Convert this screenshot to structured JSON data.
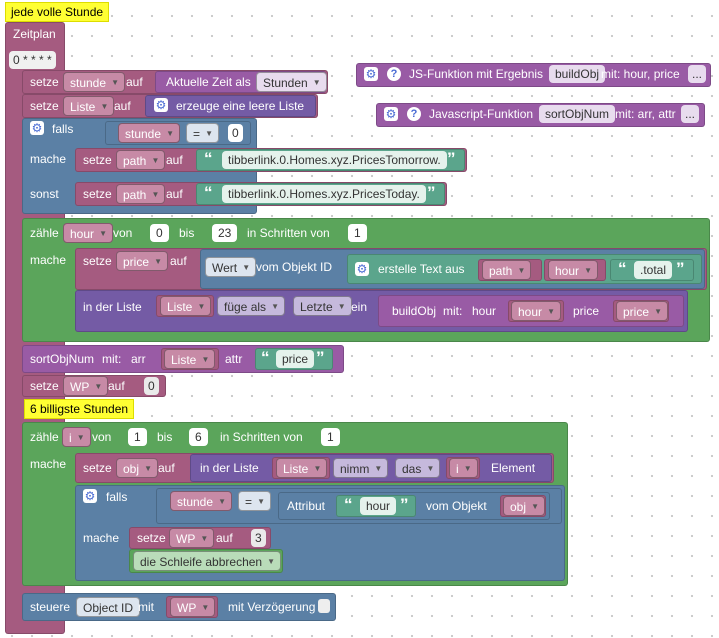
{
  "comments": {
    "top": "jede volle Stunde",
    "cheap": "6 billigste Stunden"
  },
  "schedule": {
    "label": "Zeitplan",
    "cron": "0 * * * *"
  },
  "colors": {
    "variable": "#a55b80",
    "logic": "#5b80a5",
    "loop": "#5ba55b",
    "text": "#5ba58c",
    "procedure": "#995ba5",
    "list": "#745ba5",
    "comment": "#ffff33"
  },
  "functions": {
    "js_result": {
      "label": "JS-Funktion mit Ergebnis",
      "name": "buildObj",
      "params": "mit: hour, price",
      "more": "..."
    },
    "js_plain": {
      "label": "Javascript-Funktion",
      "name": "sortObjNum",
      "params": "mit: arr, attr",
      "more": "..."
    }
  },
  "b1": {
    "setze": "setze",
    "var": "stunde",
    "auf": "auf",
    "label": "Aktuelle Zeit als",
    "unit": "Stunden"
  },
  "b2": {
    "setze": "setze",
    "var": "Liste",
    "auf": "auf",
    "label": "erzeuge eine leere Liste"
  },
  "if1": {
    "falls": "falls",
    "var": "stunde",
    "op": "=",
    "num": "0",
    "mache": "mache",
    "sonst": "sonst",
    "setze": "setze",
    "pathvar": "path",
    "auf": "auf",
    "text_then": "tibberlink.0.Homes.xyz.PricesTomorrow.",
    "text_else": "tibberlink.0.Homes.xyz.PricesToday."
  },
  "loop1": {
    "zaehle": "zähle",
    "var": "hour",
    "von": "von",
    "from": "0",
    "bis": "bis",
    "to": "23",
    "step_label": "in Schritten von",
    "step": "1",
    "mache": "mache",
    "setze": "setze",
    "pricevar": "price",
    "auf": "auf",
    "wert": "Wert",
    "vom_objekt": "vom Objekt ID",
    "create_text": "erstelle Text aus",
    "path": "path",
    "hour": "hour",
    "total": ".total",
    "in_liste": "in der Liste",
    "liste": "Liste",
    "fuege": "füge als",
    "letzte": "Letzte",
    "ein": "ein",
    "buildobj": "buildObj",
    "mit": "mit:",
    "p_hour": "hour",
    "p_hour_var": "hour",
    "p_price": "price",
    "p_price_var": "price"
  },
  "sort": {
    "name": "sortObjNum",
    "mit": "mit:",
    "arr": "arr",
    "liste": "Liste",
    "attr": "attr",
    "attr_val": "price"
  },
  "wp": {
    "setze": "setze",
    "var": "WP",
    "auf": "auf",
    "num": "0"
  },
  "loop2": {
    "zaehle": "zähle",
    "var": "i",
    "von": "von",
    "from": "1",
    "bis": "bis",
    "to": "6",
    "step_label": "in Schritten von",
    "step": "1",
    "mache": "mache",
    "setze": "setze",
    "objvar": "obj",
    "auf": "auf",
    "in_liste": "in der Liste",
    "liste": "Liste",
    "nimm": "nimm",
    "das": "das",
    "i": "i",
    "element": "Element",
    "falls": "falls",
    "stunde": "stunde",
    "op": "=",
    "attribut": "Attribut",
    "hour": "hour",
    "vom_objekt": "vom Objekt",
    "obj": "obj",
    "mache_inner": "mache",
    "setze_wp": "setze",
    "wp": "WP",
    "auf_wp": "auf",
    "wp_num": "3",
    "break": "die Schleife abbrechen"
  },
  "steuere": {
    "label": "steuere",
    "id": "Object ID",
    "mit": "mit",
    "var": "WP",
    "delay": "mit Verzögerung"
  }
}
